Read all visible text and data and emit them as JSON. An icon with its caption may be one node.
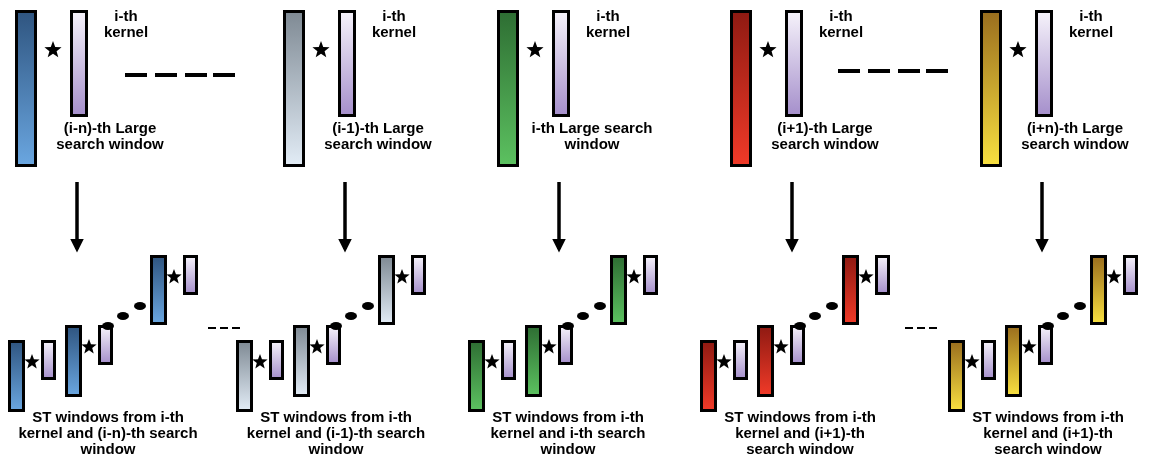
{
  "diagram": {
    "nodes": [
      {
        "text": [
          "i-th kernel",
          "(i-n)-th Large search window"
        ]
      },
      {
        "text": [
          "i-th kernel",
          "(i-1)-th Large search window"
        ]
      },
      {
        "text": [
          "i-th kernel",
          "i-th Large search window"
        ]
      },
      {
        "text": [
          "i-th kernel",
          "(i+1)-th Large search window"
        ]
      },
      {
        "text": [
          "i-th kernel",
          "(i+n)-th Large search window"
        ]
      },
      {
        "text": [
          "ST windows from i-th kernel and (i-n)-th search window"
        ]
      },
      {
        "text": [
          "ST windows from i-th kernel and (i-1)-th search window"
        ]
      },
      {
        "text": [
          "ST windows from i-th kernel and i-th search window"
        ]
      },
      {
        "text": [
          "ST windows from i-th kernel and (i+1)-th search window"
        ]
      },
      {
        "text": [
          "ST windows from i-th kernel and (i+1)-th search window"
        ]
      }
    ],
    "edges": [
      {
        "from": 0,
        "to": 5,
        "arrow": "to"
      },
      {
        "from": 1,
        "to": 6,
        "arrow": "to"
      },
      {
        "from": 2,
        "to": 7,
        "arrow": "to"
      },
      {
        "from": 3,
        "to": 8,
        "arrow": "to"
      },
      {
        "from": 4,
        "to": 9,
        "arrow": "to"
      }
    ]
  }
}
